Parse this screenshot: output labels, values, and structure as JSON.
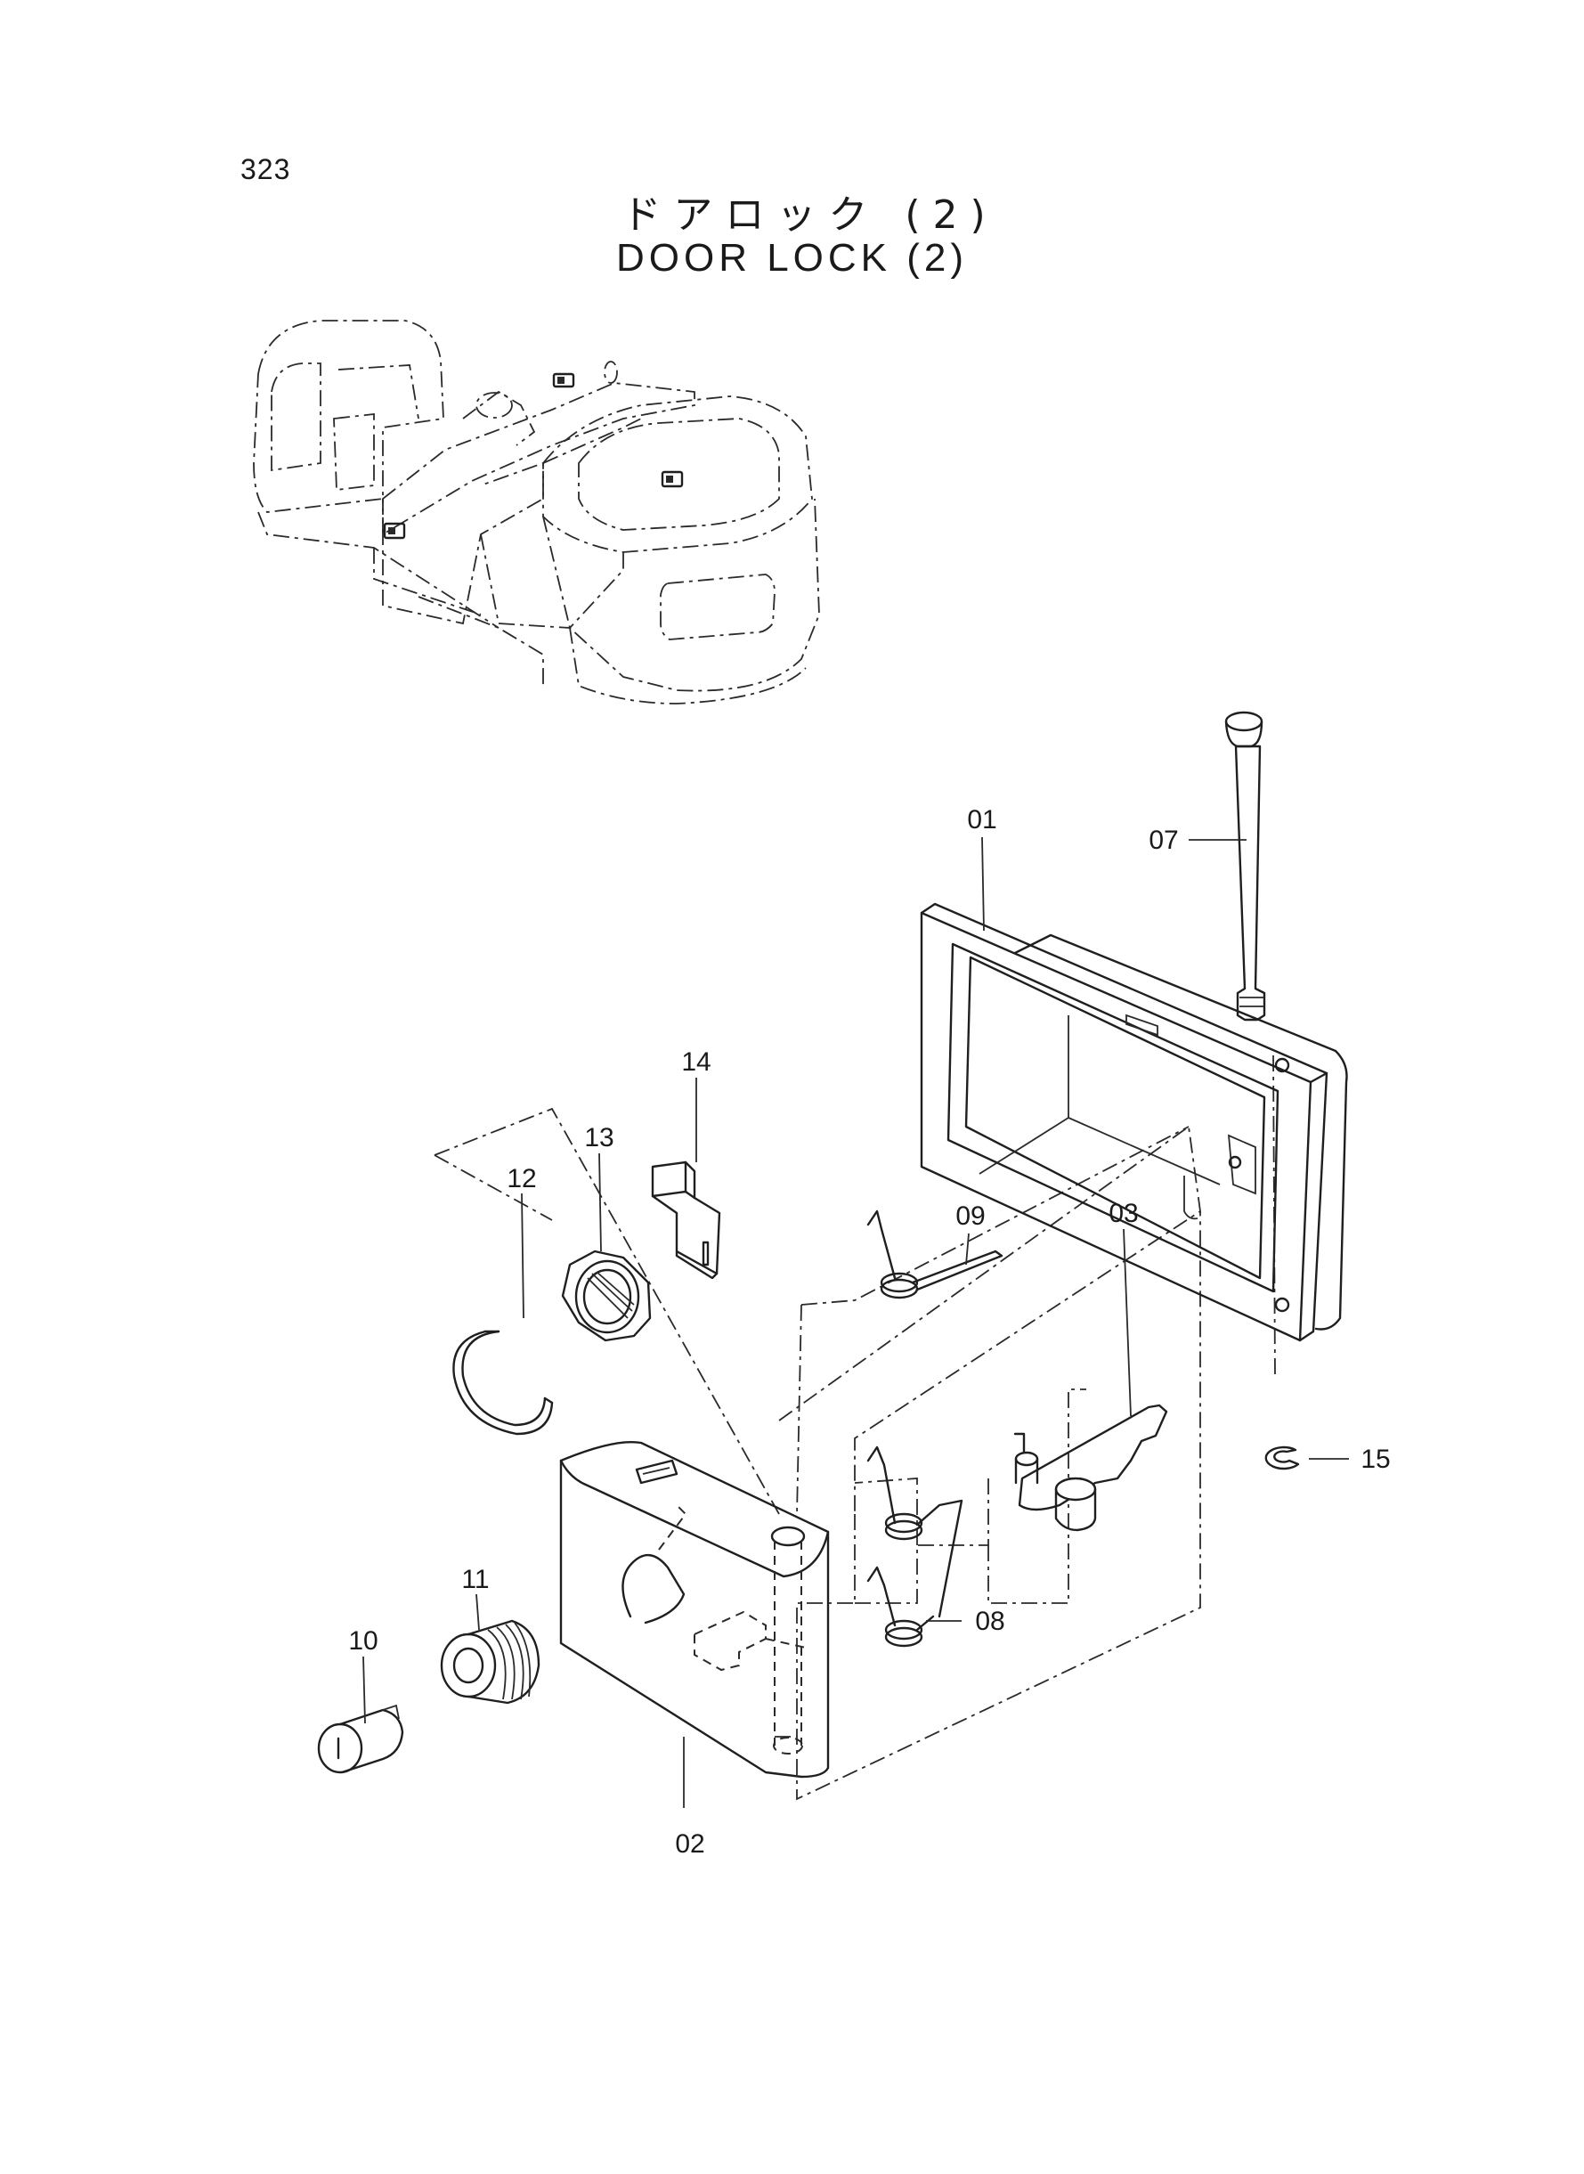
{
  "page": {
    "number": "323"
  },
  "title": {
    "japanese": "ドアロック (2)",
    "english": "DOOR LOCK (2)"
  },
  "callouts": [
    {
      "id": "01",
      "part": "outer-frame"
    },
    {
      "id": "02",
      "part": "lock-body"
    },
    {
      "id": "03",
      "part": "lever"
    },
    {
      "id": "07",
      "part": "pin"
    },
    {
      "id": "08",
      "part": "spring-lower"
    },
    {
      "id": "09",
      "part": "spring-upper"
    },
    {
      "id": "10",
      "part": "key-cylinder"
    },
    {
      "id": "11",
      "part": "threaded-bushing"
    },
    {
      "id": "12",
      "part": "snap-ring"
    },
    {
      "id": "13",
      "part": "lock-nut"
    },
    {
      "id": "14",
      "part": "plate"
    },
    {
      "id": "15",
      "part": "e-ring"
    }
  ]
}
